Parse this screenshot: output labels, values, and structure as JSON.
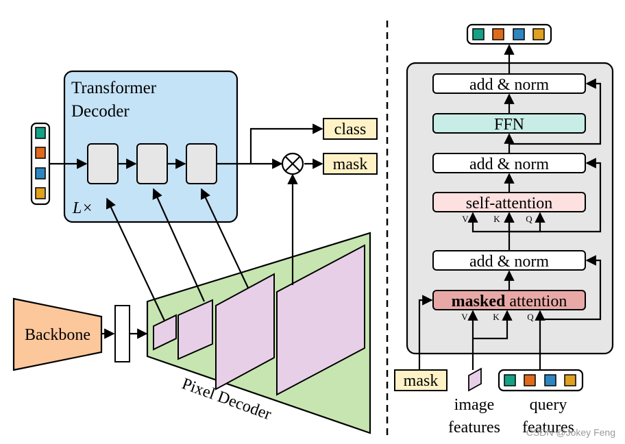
{
  "left": {
    "transformer_title_line1": "Transformer",
    "transformer_title_line2": "Decoder",
    "repeat_label": "L×",
    "class_label": "class",
    "mask_label": "mask",
    "backbone_label": "Backbone",
    "pixel_decoder_label": "Pixel Decoder"
  },
  "right": {
    "add_norm_top": "add & norm",
    "ffn": "FFN",
    "add_norm_mid": "add & norm",
    "self_attention": "self-attention",
    "add_norm_low": "add & norm",
    "masked_bold": "masked",
    "masked_rest": " attention",
    "sa_v": "V",
    "sa_k": "K",
    "sa_q": "Q",
    "ma_v": "V",
    "ma_k": "K",
    "ma_q": "Q",
    "mask_input": "mask",
    "image_features_line1": "image",
    "image_features_line2": "features",
    "query_features_line1": "query",
    "query_features_line2": "features"
  },
  "watermark": "CSDN @Jokey Feng",
  "colors": {
    "query_green": "#16a085",
    "query_orange": "#e06a1c",
    "query_blue": "#2e86c1",
    "query_yellow": "#e0a020",
    "transformer_bg": "#c5e3f7",
    "pixel_decoder_bg": "#c6e5b0",
    "feature_map": "#e8cfe8",
    "backbone": "#fcc79b",
    "label_bg": "#fff2c6",
    "ffn": "#c8ece6",
    "self_attention": "#fde0e0",
    "masked_attention": "#e8a9a6",
    "panel_bg": "#e6e6e6",
    "decoder_block": "#e6e6e6"
  }
}
